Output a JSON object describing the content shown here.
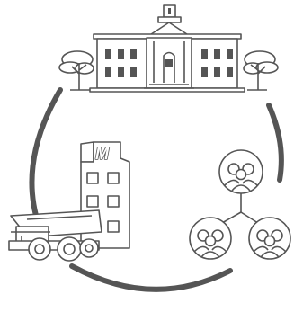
{
  "diagram": {
    "nodes": [
      {
        "id": "government",
        "icon": "government-building-icon"
      },
      {
        "id": "mining-company",
        "icon": "mining-company-icon",
        "building_letter": "M"
      },
      {
        "id": "community",
        "icon": "community-groups-icon"
      }
    ],
    "cycle": {
      "segments": 3,
      "style": "circular-arcs"
    },
    "colors": {
      "stroke": "#555555",
      "arc": "#555555",
      "background": "#ffffff"
    }
  }
}
